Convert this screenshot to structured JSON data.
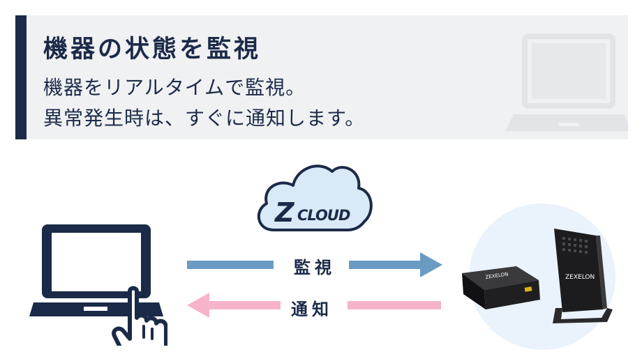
{
  "banner": {
    "title": "機器の状態を監視",
    "line1": "機器をリアルタイムで監視。",
    "line2": "異常発生時は、すぐに通知します。"
  },
  "cloud": {
    "brand_letter": "Z",
    "brand_word": "CLOUD"
  },
  "arrows": {
    "monitor_label": "監視",
    "notify_label": "通知"
  },
  "devices": {
    "brand": "ZEXELON"
  },
  "colors": {
    "navy": "#1b2a48",
    "monitor_arrow": "#6a9bc3",
    "notify_arrow": "#f7b3c9",
    "cloud_fill": "#d9e9f7",
    "banner_bg": "#f0f1f3"
  },
  "icons": [
    "laptop-icon",
    "pointing-hand-icon",
    "cloud-icon",
    "gateway-box-icon",
    "router-icon"
  ]
}
